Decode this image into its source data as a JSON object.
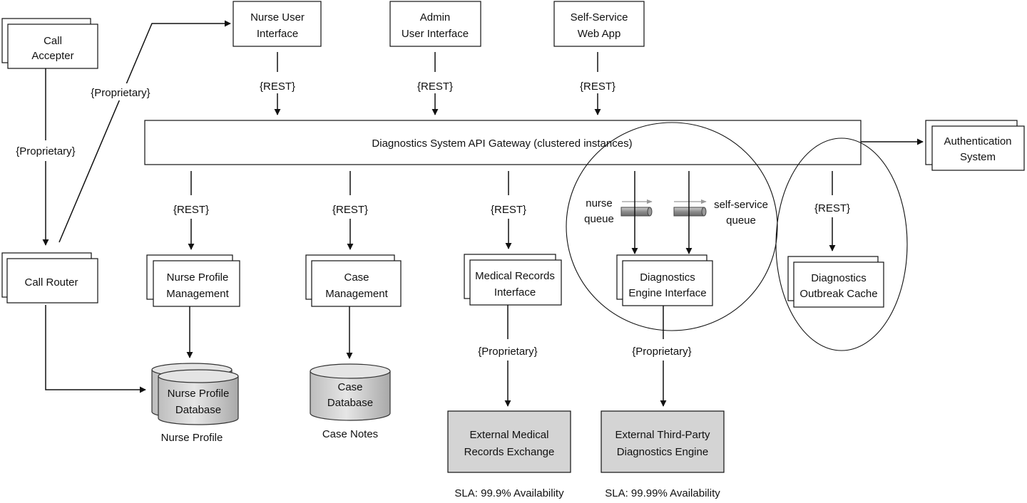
{
  "components": {
    "call_accepter": [
      "Call",
      "Accepter"
    ],
    "call_router": [
      "Call  Router"
    ],
    "nurse_ui": [
      "Nurse User",
      "Interface"
    ],
    "admin_ui": [
      "Admin",
      "User Interface"
    ],
    "self_service": [
      "Self-Service",
      "Web App"
    ],
    "gateway": "Diagnostics System API Gateway (clustered instances)",
    "auth": [
      "Authentication",
      "System"
    ],
    "nurse_profile_mgmt": [
      "Nurse Profile",
      "Management"
    ],
    "case_mgmt": [
      "Case",
      "Management"
    ],
    "medical_records": [
      "Medical Records",
      "Interface"
    ],
    "diag_engine_if": [
      "Diagnostics",
      "Engine Interface"
    ],
    "outbreak_cache": [
      "Diagnostics",
      "Outbreak Cache"
    ],
    "ext_medical": [
      "External Medical",
      "Records Exchange"
    ],
    "ext_diag": [
      "External Third-Party",
      "Diagnostics Engine"
    ]
  },
  "databases": {
    "nurse_db": {
      "label": [
        "Nurse Profile",
        "Database"
      ],
      "caption": "Nurse Profile"
    },
    "case_db": {
      "label": [
        "Case",
        "Database"
      ],
      "caption": "Case Notes"
    }
  },
  "queues": {
    "nurse": [
      "nurse",
      "queue"
    ],
    "self_service": [
      "self-service",
      "queue"
    ]
  },
  "protocols": {
    "rest": "{REST}",
    "proprietary": "{Proprietary}"
  },
  "sla": {
    "medical": "SLA: 99.9% Availability",
    "diag": "SLA: 99.99% Availability"
  }
}
